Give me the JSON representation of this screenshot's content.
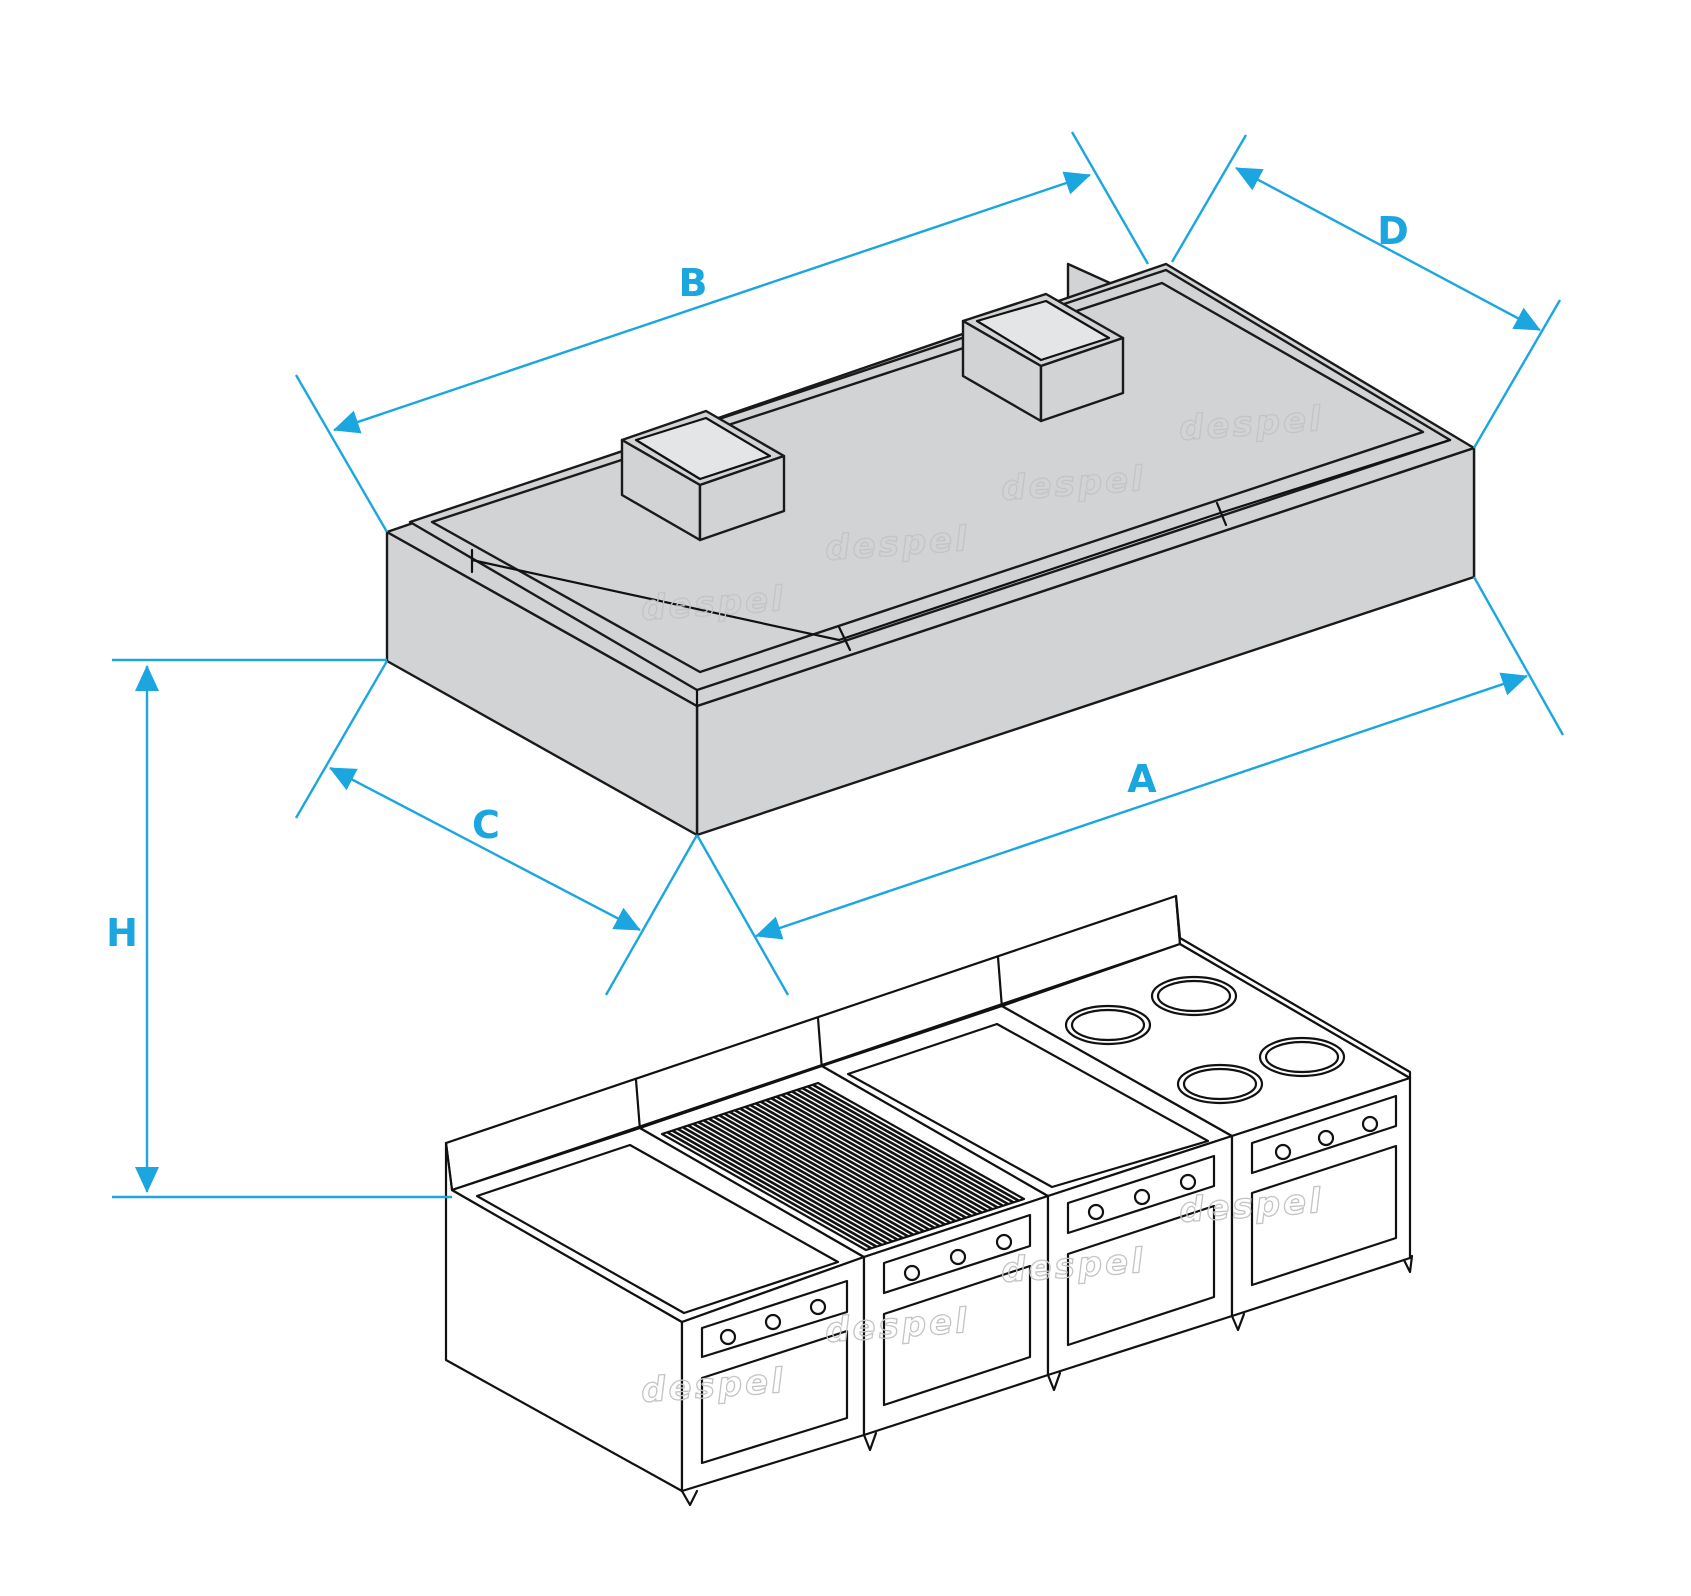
{
  "colors": {
    "dimension": "#1ba6e0",
    "hood_fill": "#d2d3d5",
    "ink": "#111111",
    "watermark": "#c4c4c4"
  },
  "dimensions": {
    "A": "A",
    "B": "B",
    "C": "C",
    "D": "D",
    "H": "H"
  },
  "watermark": "despel"
}
